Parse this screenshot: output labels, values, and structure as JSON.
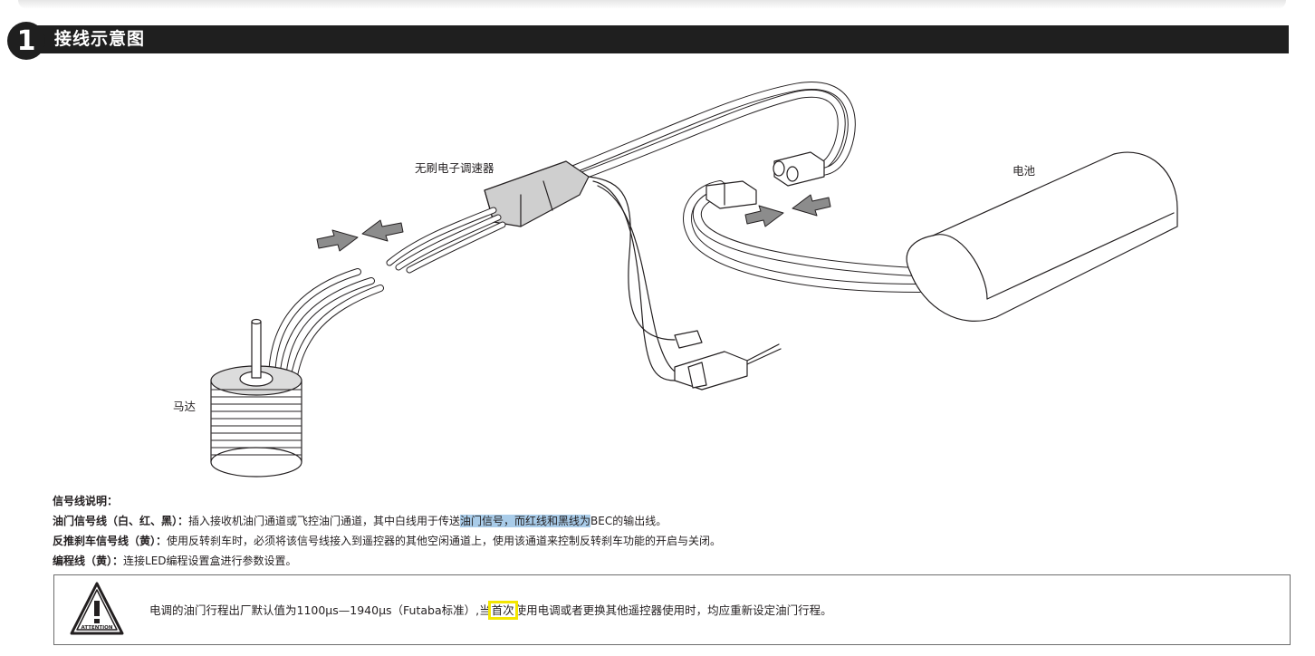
{
  "section": {
    "number": "1",
    "title": "接线示意图"
  },
  "diagram": {
    "labels": {
      "esc": "无刷电子调速器",
      "battery": "电池",
      "motor": "马达"
    }
  },
  "notes": {
    "heading": "信号线说明：",
    "throttle": {
      "label": "油门信号线（白、红、黑）：",
      "text_pre": "插入接收机油门通道或飞控油门通道，其中白线用于传送",
      "text_highlight": "油门信号，而红线和黑线为",
      "text_post": "BEC的输出线。"
    },
    "brake": {
      "label": "反推刹车信号线（黄）：",
      "text": "使用反转刹车时，必须将该信号线接入到遥控器的其他空闲通道上，使用该通道来控制反转刹车功能的开启与关闭。"
    },
    "program": {
      "label": "编程线（黄）：",
      "text": "连接LED编程设置盒进行参数设置。"
    }
  },
  "warning": {
    "icon_text": "ATTENTION",
    "text_pre": "电调的油门行程出厂默认值为1100μs—1940μs（Futaba标准）,当",
    "text_highlight": "首次",
    "text_post": "使用电调或者更换其他遥控器使用时，均应重新设定油门行程。"
  },
  "colors": {
    "header_bg": "#1f1f1f",
    "highlight_blue": "#a9cce9",
    "highlight_yellow": "#f3e600"
  }
}
